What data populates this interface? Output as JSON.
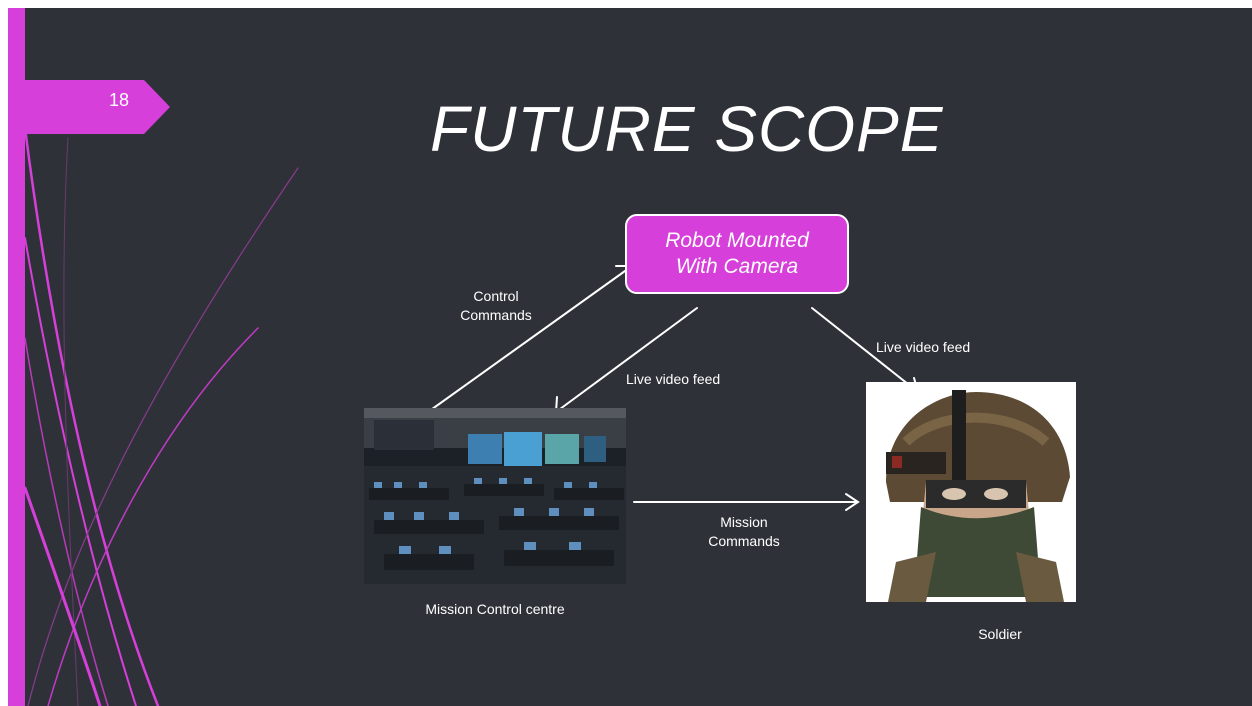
{
  "slide_number": "18",
  "title": "FUTURE SCOPE",
  "robot_box_label": "Robot Mounted\nWith Camera",
  "labels": {
    "control_commands": "Control\nCommands",
    "live_video_feed_left": "Live video feed",
    "live_video_feed_right": "Live video feed",
    "mission_commands": "Mission\nCommands",
    "mission_control_centre": "Mission Control centre",
    "soldier": "Soldier"
  },
  "colors": {
    "background": "#2e3238",
    "accent": "#d63fd9",
    "text": "#ffffff"
  }
}
